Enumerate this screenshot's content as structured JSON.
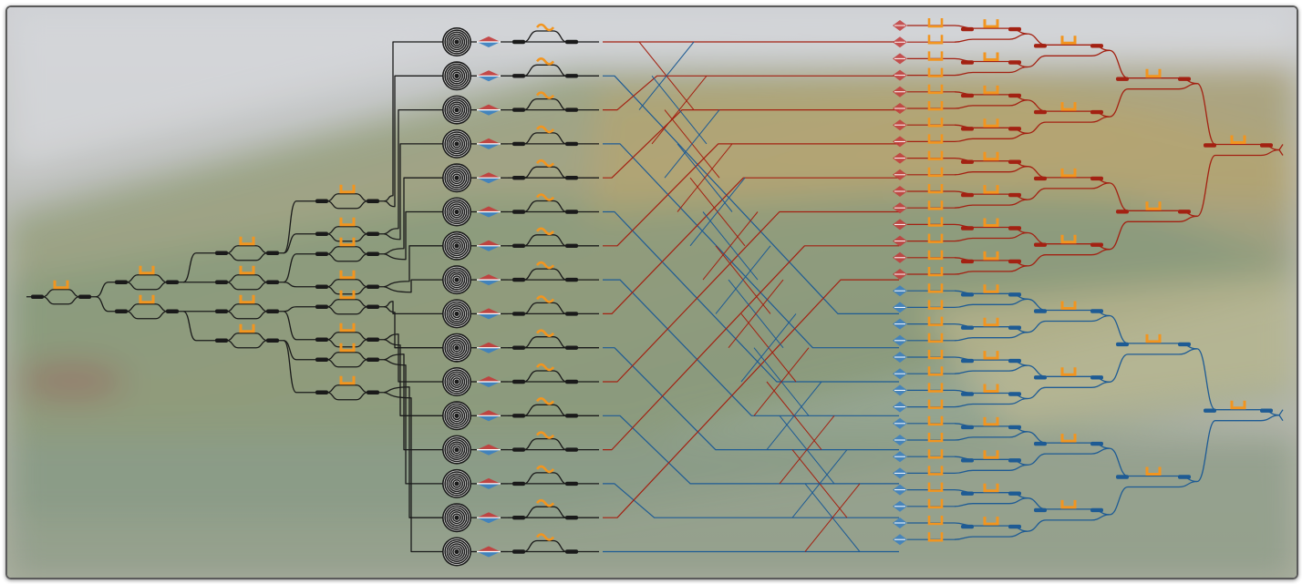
{
  "diagram": {
    "type": "photonic-circuit",
    "inputs": 1,
    "channels": 16,
    "output_trees": 2,
    "outputs_per_tree": 8,
    "colors": {
      "splitter_tree": "#1a1a1a",
      "phase_shifter": "#f2951f",
      "upper_output": "#a32112",
      "lower_output": "#1e5b94",
      "modulator_red": "#c23b3b",
      "modulator_blue": "#3a7fc1"
    },
    "icons": [
      "spiral-delay-icon",
      "modulator-icon",
      "phase-shifter-icon",
      "coupler-icon",
      "detector-icon"
    ]
  }
}
